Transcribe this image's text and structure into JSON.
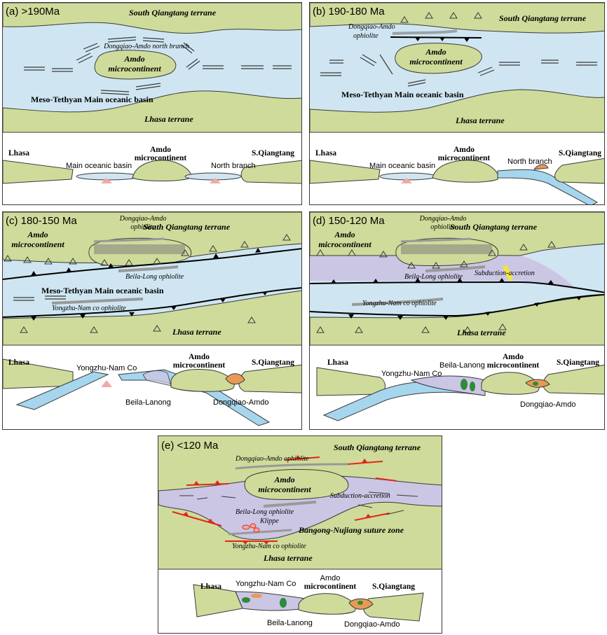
{
  "panels": {
    "a": {
      "label": "(a) >190Ma",
      "south": "South Qiangtang terrane",
      "lhasa": "Lhasa terrane",
      "basin": "Meso-Tethyan Main oceanic basin",
      "micro_1": "Amdo",
      "micro_2": "microcontinent",
      "north_branch": "Dongqiao-Amdo north branch",
      "sec_lhasa": "Lhasa",
      "sec_main": "Main oceanic basin",
      "sec_amdo_1": "Amdo",
      "sec_amdo_2": "microcontinent",
      "sec_north": "North branch",
      "sec_sq": "S.Qiangtang"
    },
    "b": {
      "label": "(b) 190-180 Ma",
      "south": "South Qiangtang terrane",
      "lhasa": "Lhasa terrane",
      "basin": "Meso-Tethyan Main oceanic basin",
      "micro_1": "Amdo",
      "micro_2": "microcontinent",
      "ophio_1": "Dongqiao-Amdo",
      "ophio_2": "ophiolite",
      "sec_lhasa": "Lhasa",
      "sec_main": "Main oceanic basin",
      "sec_amdo_1": "Amdo",
      "sec_amdo_2": "microcontinent",
      "sec_north": "North branch",
      "sec_sq": "S.Qiangtang"
    },
    "c": {
      "label": "(c) 180-150 Ma",
      "south": "South Qiangtang terrane",
      "lhasa": "Lhasa terrane",
      "basin": "Meso-Tethyan Main oceanic basin",
      "micro_1": "Amdo",
      "micro_2": "microcontinent",
      "ophio_1": "Dongqiao-Amdo",
      "ophio_2": "ophiolite",
      "beila": "Beila-Long ophiolite",
      "yongzhu": "Yongzhu-Nam co ophiolite",
      "sec_lhasa": "Lhasa",
      "sec_yongzhu": "Yongzhu-Nam Co",
      "sec_amdo_1": "Amdo",
      "sec_amdo_2": "microcontinent",
      "sec_sq": "S.Qiangtang",
      "sec_beila": "Beila-Lanong",
      "sec_dongqiao": "Dongqiao-Amdo"
    },
    "d": {
      "label": "(d) 150-120 Ma",
      "south": "South Qiangtang terrane",
      "lhasa": "Lhasa terrane",
      "micro_1": "Amdo",
      "micro_2": "microcontinent",
      "ophio_1": "Dongqiao-Amdo",
      "ophio_2": "ophiolite",
      "beila": "Beila-Long ophiolite",
      "subduction": "Subduction-accretion",
      "yongzhu": "Yongzhu-Nam co ophiolite",
      "sec_lhasa": "Lhasa",
      "sec_yongzhu": "Yongzhu-Nam Co",
      "sec_beila": "Beila-Lanong",
      "sec_amdo_1": "Amdo",
      "sec_amdo_2": "microcontinent",
      "sec_sq": "S.Qiangtang",
      "sec_dongqiao": "Dongqiao-Amdo"
    },
    "e": {
      "label": "(e) <120 Ma",
      "south": "South Qiangtang terrane",
      "lhasa": "Lhasa terrane",
      "ophio": "Dongqiao-Amdo ophiolite",
      "micro_1": "Amdo",
      "micro_2": "microcontinent",
      "subduction": "Subduction-accretion",
      "beila": "Beila-Long ophiolite",
      "klippe": "Klippe",
      "suture": "Bangong-Nujiang suture zone",
      "yongzhu": "Yongzhu-Nam co ophiolite",
      "sec_lhasa": "Lhasa",
      "sec_yongzhu": "Yongzhu-Nam Co",
      "sec_amdo_1": "Amdo",
      "sec_amdo_2": "microcontinent",
      "sec_sq": "S.Qiangtang",
      "sec_beila": "Beila-Lanong",
      "sec_dongqiao": "Dongqiao-Amdo"
    }
  },
  "colors": {
    "terrane": "#cfdb9a",
    "ocean": "#cfe6f2",
    "slab": "#a6d6ee",
    "accretion": "#cbc6e4",
    "volcanic": "#f0aaa6",
    "ophiolite_orange": "#e79a55",
    "ophiolite_green": "#2f8a3c",
    "thrust_red": "#e2261b",
    "accretion_yellow": "#f2e63a"
  }
}
